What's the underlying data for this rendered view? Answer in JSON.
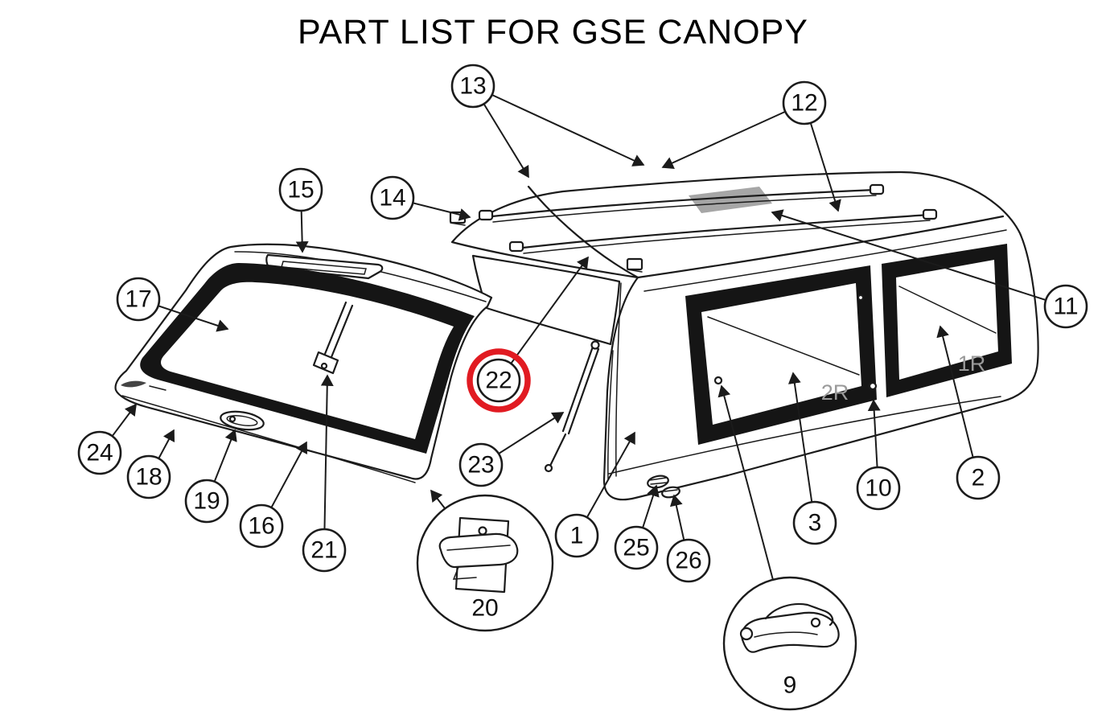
{
  "title": "PART LIST FOR GSE CANOPY",
  "highlight": {
    "color": "#e11b22",
    "part": "22"
  },
  "window_labels": {
    "window_2r": "2R",
    "window_1r": "1R"
  },
  "callouts": [
    {
      "label": "13"
    },
    {
      "label": "12"
    },
    {
      "label": "15"
    },
    {
      "label": "14"
    },
    {
      "label": "17"
    },
    {
      "label": "11"
    },
    {
      "label": "22",
      "highlighted": true
    },
    {
      "label": "23"
    },
    {
      "label": "24"
    },
    {
      "label": "18"
    },
    {
      "label": "19"
    },
    {
      "label": "16"
    },
    {
      "label": "21"
    },
    {
      "label": "1"
    },
    {
      "label": "25"
    },
    {
      "label": "26"
    },
    {
      "label": "3"
    },
    {
      "label": "10"
    },
    {
      "label": "2"
    }
  ],
  "insets": [
    {
      "label": "20"
    },
    {
      "label": "9"
    }
  ]
}
